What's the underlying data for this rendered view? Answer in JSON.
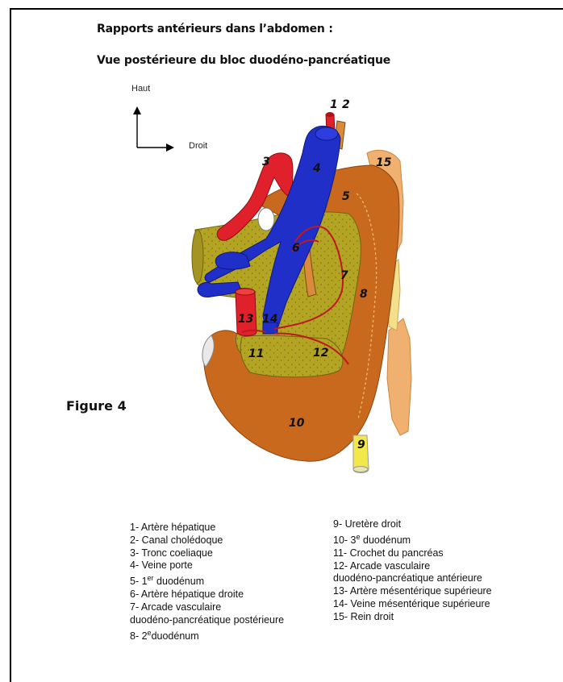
{
  "title_line1": "Rapports antérieurs dans l’abdomen :",
  "title_line2": "Vue postérieure du bloc duodéno-pancréatique",
  "orientation": {
    "up": "Haut",
    "right": "Droit"
  },
  "figure_label": "Figure 4",
  "diagram_numbers": [
    "1",
    "2",
    "3",
    "4",
    "5",
    "6",
    "7",
    "8",
    "9",
    "10",
    "11",
    "12",
    "13",
    "14",
    "15"
  ],
  "colors": {
    "artery": "#e0202a",
    "vein": "#1f2fc8",
    "duodenum": "#c8691e",
    "pancreas": "#b3a423",
    "kidney": "#f0b070",
    "ureter": "#f2e84a",
    "bile_duct": "#d98a3a"
  },
  "legend_left": [
    {
      "text": "1- Artère hépatique"
    },
    {
      "text": "2- Canal cholédoque"
    },
    {
      "text": "3- Tronc coeliaque"
    },
    {
      "text": "4- Veine porte"
    },
    {
      "pre": "5- 1",
      "sup": "er",
      "post": " duodénum"
    },
    {
      "text": "6- Artère hépatique droite"
    },
    {
      "text": "7- Arcade vasculaire"
    },
    {
      "text": "duodéno-pancréatique postérieure"
    },
    {
      "pre": "8- 2",
      "sup": "e",
      "post": "duodénum"
    }
  ],
  "legend_right": [
    {
      "text": "9- Uretère droit"
    },
    {
      "pre": "10- 3",
      "sup": "e",
      "post": " duodénum"
    },
    {
      "text": "11- Crochet du pancréas"
    },
    {
      "text": "12- Arcade vasculaire"
    },
    {
      "text": "duodéno-pancréatique antérieure"
    },
    {
      "text": "13- Artère mésentérique supérieure"
    },
    {
      "text": "14-  Veine mésentérique supérieure"
    },
    {
      "text": "15- Rein droit"
    }
  ]
}
